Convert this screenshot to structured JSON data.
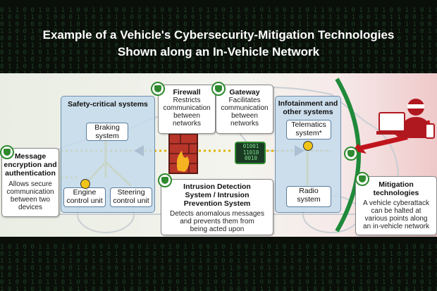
{
  "title": {
    "line1": "Example of a Vehicle's Cybersecurity-Mitigation Technologies",
    "line2": "Shown along an In-Vehicle Network"
  },
  "safety": {
    "heading": "Safety-critical systems",
    "braking": [
      "Braking",
      "system"
    ],
    "engine": [
      "Engine",
      "control unit"
    ],
    "steering": [
      "Steering",
      "control unit"
    ]
  },
  "infotainment": {
    "heading": [
      "Infotainment and",
      "other systems"
    ],
    "telematics": [
      "Telematics",
      "system*"
    ],
    "radio": [
      "Radio",
      "system"
    ]
  },
  "firewall": {
    "title": "Firewall",
    "body": [
      "Restricts",
      "communication",
      "between",
      "networks"
    ]
  },
  "gateway": {
    "title": "Gateway",
    "body": [
      "Facilitates",
      "communication",
      "between",
      "networks"
    ],
    "binary": [
      "01001",
      "11010",
      "0010"
    ]
  },
  "message": {
    "title": [
      "Message",
      "encryption and",
      "authentication"
    ],
    "body": [
      "Allows secure",
      "communication",
      "between two",
      "devices"
    ]
  },
  "ids": {
    "title": [
      "Intrusion Detection",
      "System / Intrusion",
      "Prevention System"
    ],
    "body": [
      "Detects anomalous messages",
      "and prevents them from",
      "being acted upon"
    ]
  },
  "mitigation": {
    "title": [
      "Mitigation",
      "technologies"
    ],
    "body": [
      "A vehicle cyberattack",
      "can be halted at",
      "various points along",
      "an in-vehicle network"
    ]
  },
  "colors": {
    "shield": "#2f8a2f",
    "network": "#e0b400",
    "arc": "#1f8a3a",
    "attack": "#c0141c"
  },
  "icons": [
    "shield-icon",
    "lock-icon",
    "firewall-icon",
    "gateway-chip-icon",
    "hacker-icon",
    "laptop-icon",
    "phone-icon"
  ]
}
